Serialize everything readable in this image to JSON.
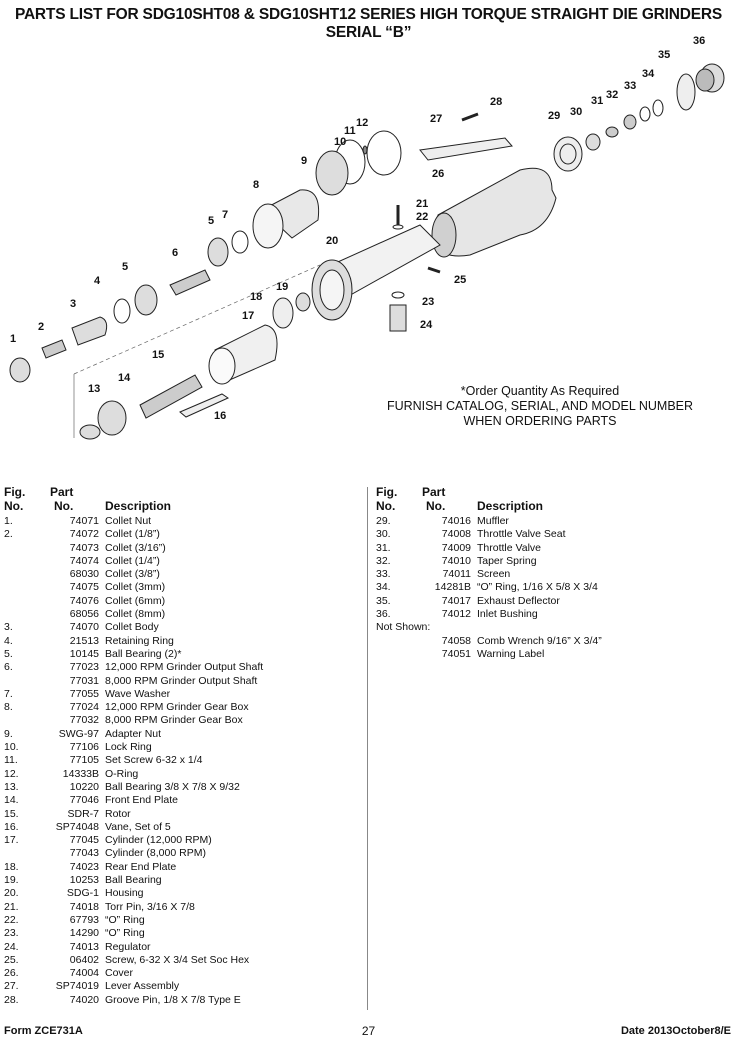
{
  "title": {
    "line1": "PARTS LIST FOR SDG10SHT08 & SDG10SHT12 SERIES HIGH TORQUE STRAIGHT DIE GRINDERS",
    "line2": "SERIAL “B”"
  },
  "callouts": [
    "1",
    "2",
    "3",
    "4",
    "5",
    "5",
    "6",
    "7",
    "8",
    "9",
    "10",
    "11",
    "12",
    "13",
    "14",
    "15",
    "16",
    "17",
    "18",
    "19",
    "20",
    "21",
    "22",
    "23",
    "24",
    "25",
    "26",
    "27",
    "28",
    "29",
    "30",
    "31",
    "32",
    "33",
    "34",
    "35",
    "36"
  ],
  "note": {
    "line1": "*Order Quantity As Required",
    "line2": "FURNISH CATALOG, SERIAL, AND MODEL NUMBER",
    "line3": "WHEN ORDERING PARTS"
  },
  "table_headers": {
    "fig_1": "Fig.",
    "fig_2": "No.",
    "part_1": "Part",
    "part_2": "No.",
    "description": "Description"
  },
  "parts_left": [
    {
      "fig": "1.",
      "part": "74071",
      "desc": "Collet Nut"
    },
    {
      "fig": "2.",
      "part": "74072",
      "desc": "Collet (1/8”)"
    },
    {
      "fig": "",
      "part": "74073",
      "desc": "Collet (3/16”)"
    },
    {
      "fig": "",
      "part": "74074",
      "desc": "Collet (1/4”)"
    },
    {
      "fig": "",
      "part": "68030",
      "desc": "Collet (3/8”)"
    },
    {
      "fig": "",
      "part": "74075",
      "desc": "Collet (3mm)"
    },
    {
      "fig": "",
      "part": "74076",
      "desc": "Collet (6mm)"
    },
    {
      "fig": "",
      "part": "68056",
      "desc": "Collet (8mm)"
    },
    {
      "fig": "3.",
      "part": "74070",
      "desc": "Collet Body"
    },
    {
      "fig": "4.",
      "part": "21513",
      "desc": "Retaining Ring"
    },
    {
      "fig": "5.",
      "part": "10145",
      "desc": "Ball Bearing (2)*"
    },
    {
      "fig": "6.",
      "part": "77023",
      "desc": "12,000 RPM Grinder Output Shaft"
    },
    {
      "fig": "",
      "part": "77031",
      "desc": "8,000 RPM Grinder Output Shaft"
    },
    {
      "fig": "7.",
      "part": "77055",
      "desc": "Wave Washer"
    },
    {
      "fig": "8.",
      "part": "77024",
      "desc": "12,000 RPM Grinder Gear Box"
    },
    {
      "fig": "",
      "part": "77032",
      "desc": "8,000 RPM Grinder Gear Box"
    },
    {
      "fig": "9.",
      "part": "SWG-97",
      "desc": "Adapter Nut"
    },
    {
      "fig": "10.",
      "part": "77106",
      "desc": "Lock Ring"
    },
    {
      "fig": "11.",
      "part": "77105",
      "desc": "Set Screw 6-32 x 1/4"
    },
    {
      "fig": "12.",
      "part": "14333B",
      "desc": "O-Ring"
    },
    {
      "fig": "13.",
      "part": "10220",
      "desc": "Ball Bearing 3/8 X 7/8 X 9/32"
    },
    {
      "fig": "14.",
      "part": "77046",
      "desc": "Front End Plate"
    },
    {
      "fig": "15.",
      "part": "SDR-7",
      "desc": "Rotor"
    },
    {
      "fig": "16.",
      "part": "SP74048",
      "desc": "Vane, Set of 5"
    },
    {
      "fig": "17.",
      "part": "77045",
      "desc": "Cylinder (12,000 RPM)"
    },
    {
      "fig": "",
      "part": "77043",
      "desc": "Cylinder (8,000 RPM)"
    },
    {
      "fig": "18.",
      "part": "74023",
      "desc": "Rear End Plate"
    },
    {
      "fig": "19.",
      "part": "10253",
      "desc": "Ball Bearing"
    },
    {
      "fig": "20.",
      "part": "SDG-1",
      "desc": "Housing"
    },
    {
      "fig": "21.",
      "part": "74018",
      "desc": "Torr Pin, 3/16 X 7/8"
    },
    {
      "fig": "22.",
      "part": "67793",
      "desc": "“O” Ring"
    },
    {
      "fig": "23.",
      "part": "14290",
      "desc": "“O” Ring"
    },
    {
      "fig": "24.",
      "part": "74013",
      "desc": "Regulator"
    },
    {
      "fig": "25.",
      "part": "06402",
      "desc": "Screw, 6-32 X 3/4 Set Soc Hex"
    },
    {
      "fig": "26.",
      "part": "74004",
      "desc": "Cover"
    },
    {
      "fig": "27.",
      "part": "SP74019",
      "desc": "Lever Assembly"
    },
    {
      "fig": "28.",
      "part": "74020",
      "desc": "Groove Pin, 1/8 X 7/8 Type E"
    }
  ],
  "parts_right": [
    {
      "fig": "29.",
      "part": "74016",
      "desc": "Muffler"
    },
    {
      "fig": "30.",
      "part": "74008",
      "desc": "Throttle Valve Seat"
    },
    {
      "fig": "31.",
      "part": "74009",
      "desc": "Throttle Valve"
    },
    {
      "fig": "32.",
      "part": "74010",
      "desc": "Taper Spring"
    },
    {
      "fig": "33.",
      "part": "74011",
      "desc": "Screen"
    },
    {
      "fig": "34.",
      "part": "14281B",
      "desc": "“O” Ring, 1/16 X 5/8 X 3/4"
    },
    {
      "fig": "35.",
      "part": "74017",
      "desc": "Exhaust Deflector"
    },
    {
      "fig": "36.",
      "part": "74012",
      "desc": "Inlet Bushing"
    },
    {
      "fig": "Not Shown:",
      "part": "",
      "desc": ""
    },
    {
      "fig": "",
      "part": "74058",
      "desc": "Comb Wrench 9/16” X 3/4”"
    },
    {
      "fig": "",
      "part": "74051",
      "desc": "Warning Label"
    }
  ],
  "footer": {
    "form": "Form ZCE731A",
    "page": "27",
    "date": "Date 2013October8/E"
  }
}
